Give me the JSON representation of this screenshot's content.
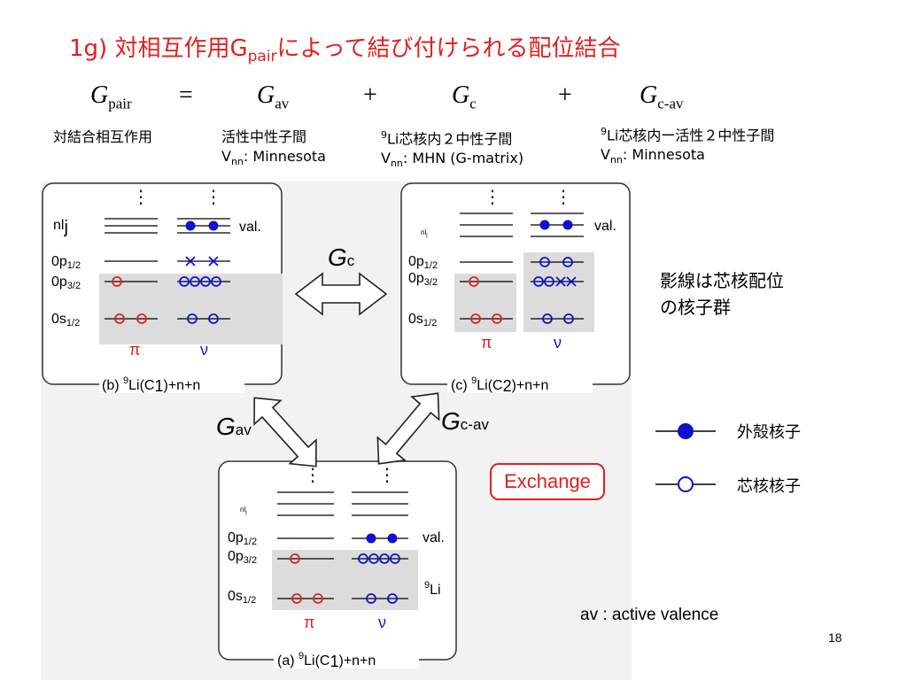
{
  "title": {
    "main": "1g) 対相互作用G",
    "sub": "pair",
    "rest": "によって結び付けられる配位結合"
  },
  "equation": {
    "lhs": {
      "sym": "G",
      "sub": "pair"
    },
    "eq": "=",
    "t1": {
      "sym": "G",
      "sub": "av"
    },
    "plus1": "+",
    "t2": {
      "sym": "G",
      "sub": "c"
    },
    "plus2": "+",
    "t3": {
      "sym": "G",
      "sub": "c-av"
    }
  },
  "descriptions": {
    "pair": "対結合相互作用",
    "av": {
      "line1": "活性中性子間",
      "v": "V",
      "vsub": "nn",
      "line2": ": Minnesota"
    },
    "c": {
      "sup": "9",
      "line1": "Li芯核内２中性子間",
      "v": "V",
      "vsub": "nn",
      "line2": ": MHN (G-matrix)"
    },
    "cav": {
      "sup": "9",
      "line1": "Li芯核内ー活性２中性子間",
      "v": "V",
      "vsub": "nn",
      "line2": ": Minnesota"
    }
  },
  "panels": {
    "common": {
      "dots": "⋮",
      "nl": "nl",
      "nl_sub": "j",
      "val": "val.",
      "p12": {
        "a": "0p",
        "b": "1/2"
      },
      "p32": {
        "a": "0p",
        "b": "3/2"
      },
      "s12": {
        "a": "0s",
        "b": "1/2"
      },
      "pi": "π",
      "nu": "ν"
    },
    "b": {
      "pre": "(b) ",
      "sup": "9",
      "mid": "Li(C",
      "sub": "1",
      "post": ")+n+n"
    },
    "c": {
      "pre": "(c) ",
      "sup": "9",
      "mid": "Li(C",
      "sub": "2",
      "post": ")+n+n"
    },
    "a": {
      "pre": "(a) ",
      "sup": "9",
      "mid": "Li(C",
      "sub": "1",
      "post": ")+n+n",
      "li_sup": "9",
      "li": "Li"
    }
  },
  "arrows": {
    "gc": {
      "sym": "G",
      "sub": "c"
    },
    "gav": {
      "sym": "G",
      "sub": "av"
    },
    "gcav": {
      "sym": "G",
      "sub": "c-av"
    }
  },
  "exchange": "Exchange",
  "shade_note": {
    "line1": "影線は芯核配位",
    "line2": "の核子群"
  },
  "legend": {
    "valence": "外殻核子",
    "core": "芯核核子"
  },
  "footnote": "av :  active valence",
  "page_number": "18",
  "colors": {
    "title": "#e02020",
    "proton": "#e02020",
    "neutron": "#1010d0",
    "shade": "#dcdcdc"
  }
}
